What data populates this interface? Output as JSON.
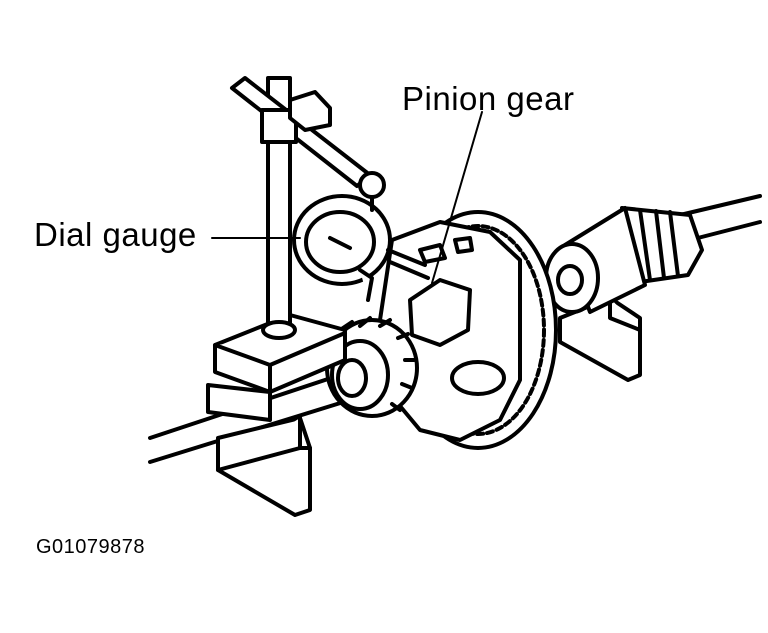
{
  "labels": {
    "pinion_gear": "Pinion gear",
    "dial_gauge": "Dial gauge"
  },
  "figure_id": "G01079878",
  "colors": {
    "ink": "#000000",
    "paper": "#ffffff"
  }
}
